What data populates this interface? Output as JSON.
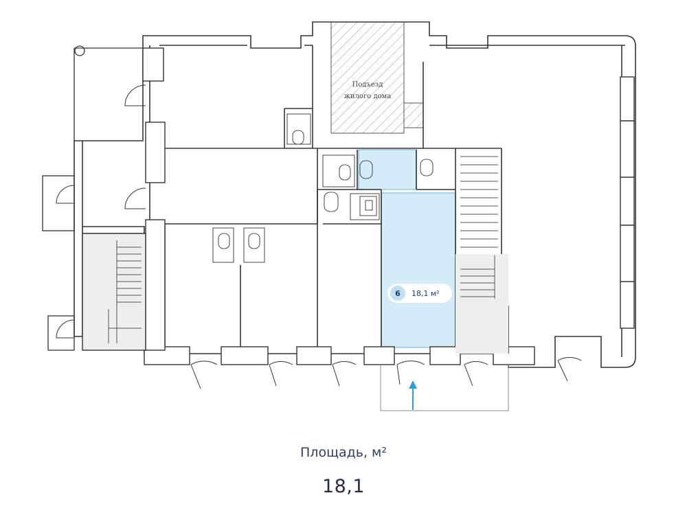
{
  "plan": {
    "common_area_label_line1": "Подъезд",
    "common_area_label_line2": "жилого дома",
    "highlight_color": "#d4ecf8",
    "highlight_stroke": "#8ec9e6",
    "wall_color": "#333333",
    "entrance_arrow_color": "#2a9fd6"
  },
  "unit_badge": {
    "number": "6",
    "area": "18,1 м²"
  },
  "summary": {
    "area_label": "Площадь, м²",
    "area_value": "18,1"
  }
}
